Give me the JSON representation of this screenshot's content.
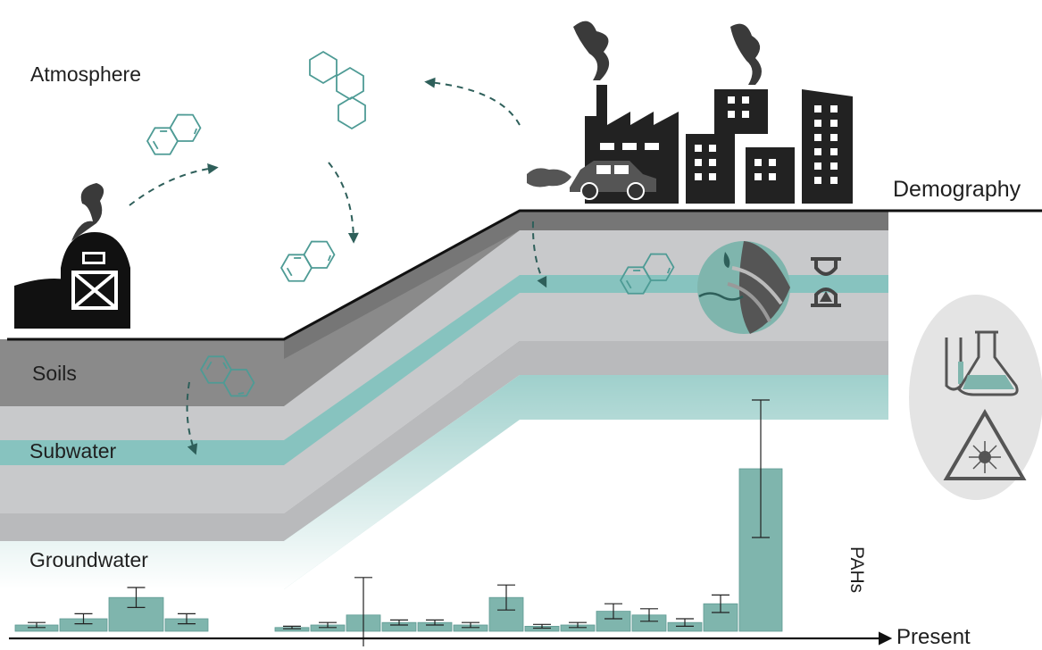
{
  "labels": {
    "atmosphere": "Atmosphere",
    "demography": "Demography",
    "soils": "Soils",
    "subwater": "Subwater",
    "groundwater": "Groundwater",
    "present": "Present",
    "pahs": "PAHs"
  },
  "colors": {
    "teal": "#7bbcb8",
    "teal_dark": "#3b8a85",
    "molecule": "#4e9b95",
    "arrow": "#2e5f5a",
    "soil_dark": "#8a8a8a",
    "soil_light": "#c8c9cb",
    "soil_mid": "#b8b9bb",
    "silhouette": "#222222",
    "lab_oval": "#e4e4e4",
    "bar": "#7fb5ad"
  },
  "icons": [
    "barn-icon",
    "factory-icon",
    "city-buildings-icon",
    "car-icon",
    "sediment-core-icon",
    "hourglass-icon",
    "lab-glassware-icon",
    "laser-warning-icon",
    "naphthalene-molecule-icon",
    "phenanthrene-molecule-icon"
  ],
  "chart_data": {
    "type": "bar",
    "title": "",
    "xlabel": "Present",
    "ylabel": "PAHs",
    "segments": [
      {
        "values": [
          0.5,
          1.0,
          2.7,
          1.0
        ],
        "errors": [
          0.2,
          0.4,
          0.8,
          0.4
        ]
      },
      {
        "values": [
          0.3,
          0.5,
          1.3,
          0.7,
          0.7,
          0.5,
          2.7,
          0.4,
          0.5,
          1.6,
          1.3,
          0.7,
          2.2,
          13.0
        ],
        "errors": [
          0.1,
          0.2,
          3.0,
          0.2,
          0.2,
          0.2,
          1.0,
          0.15,
          0.2,
          0.6,
          0.5,
          0.3,
          0.7,
          5.5
        ]
      }
    ]
  }
}
